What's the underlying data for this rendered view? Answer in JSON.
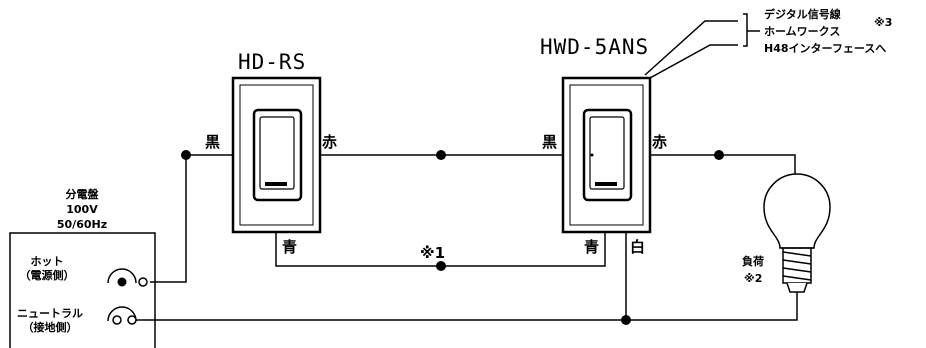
{
  "devices": {
    "left_switch": {
      "model": "HD-RS",
      "black_label": "黒",
      "red_label": "赤",
      "blue_label": "青"
    },
    "right_switch": {
      "model": "HWD-5ANS",
      "black_label": "黒",
      "red_label": "赤",
      "blue_label": "青",
      "white_label": "白"
    }
  },
  "digital_signal": {
    "lines": [
      "デジタル信号線",
      "ホームワークス",
      "H48インターフェースへ"
    ],
    "note": "※3"
  },
  "note_1": "※1",
  "panel": {
    "title": "分電盤",
    "voltage": "100V",
    "frequency": "50/60Hz",
    "hot_line1": "ホット",
    "hot_line2": "（電源側）",
    "neutral_line1": "ニュートラル",
    "neutral_line2": "（接地側）"
  },
  "load": {
    "label": "負荷",
    "note": "※2"
  }
}
